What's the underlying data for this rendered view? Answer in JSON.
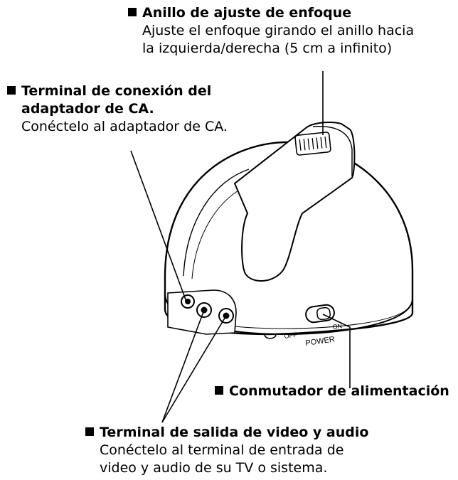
{
  "callouts": {
    "focus_ring": {
      "title": "Anillo de ajuste de enfoque",
      "desc_line1": "Ajuste el enfoque girando el anillo hacia",
      "desc_line2": "la izquierda/derecha (5 cm a infinito)"
    },
    "ac_terminal": {
      "title_line1": "Terminal de conexión del",
      "title_line2": "adaptador de CA.",
      "desc_line1": "Conéctelo al adaptador de CA."
    },
    "power_switch": {
      "title": "Conmutador de alimentación"
    },
    "av_out_terminal": {
      "title": "Terminal de salida de video y audio",
      "desc_line1": "Conéctelo al terminal de entrada de",
      "desc_line2": "video y audio de su TV o sistema."
    }
  },
  "device_labels": {
    "off": "OFF",
    "on": "ON",
    "power": "POWER"
  }
}
